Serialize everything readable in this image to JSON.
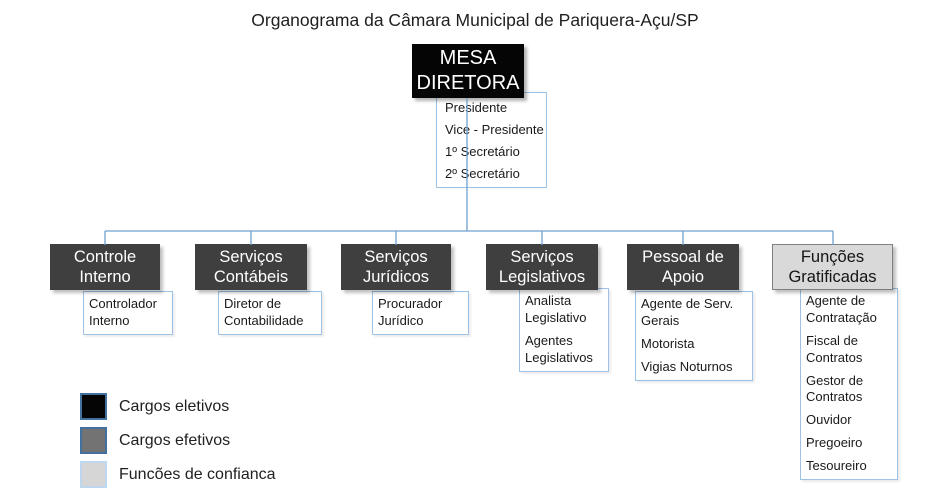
{
  "title": "Organograma da Câmara Municipal de Pariquera-Açu/SP",
  "root": {
    "title": "MESA DIRETORA",
    "members": [
      "Presidente",
      "Vice - Presidente",
      "1º Secretário",
      "2º Secretário"
    ]
  },
  "departments": [
    {
      "title": "Controle Interno",
      "category": "cargos-efetivos",
      "roles": [
        "Controlador Interno"
      ]
    },
    {
      "title": "Serviços Contábeis",
      "category": "cargos-efetivos",
      "roles": [
        "Diretor de Contabilidade"
      ]
    },
    {
      "title": "Serviços Jurídicos",
      "category": "cargos-efetivos",
      "roles": [
        "Procurador Jurídico"
      ]
    },
    {
      "title": "Serviços Legislativos",
      "category": "cargos-efetivos",
      "roles": [
        "Analista Legislativo",
        "Agentes Legislativos"
      ]
    },
    {
      "title": "Pessoal de Apoio",
      "category": "cargos-efetivos",
      "roles": [
        "Agente de Serv. Gerais",
        "Motorista",
        "Vigias Noturnos"
      ]
    },
    {
      "title": "Funções Gratificadas",
      "category": "funcoes-gratificadas",
      "roles": [
        "Agente de Contratação",
        "Fiscal de Contratos",
        "Gestor de Contratos",
        "Ouvidor",
        "Pregoeiro",
        "Tesoureiro"
      ]
    }
  ],
  "legend": [
    {
      "label": "Cargos eletivos",
      "color": "#050505",
      "border": "#41719c"
    },
    {
      "label": "Cargos efetivos",
      "color": "#737373",
      "border": "#41719c"
    },
    {
      "label": "Funcões de confianca",
      "color": "#d6d6d6",
      "border": "#bdd7ee"
    }
  ],
  "colors": {
    "elective_box": "#050505",
    "effective_box": "#3f3f3f",
    "gratified_box": "#d9d9d9",
    "connector": "#6fa0cf",
    "subbox_border": "#9dc3e6"
  }
}
